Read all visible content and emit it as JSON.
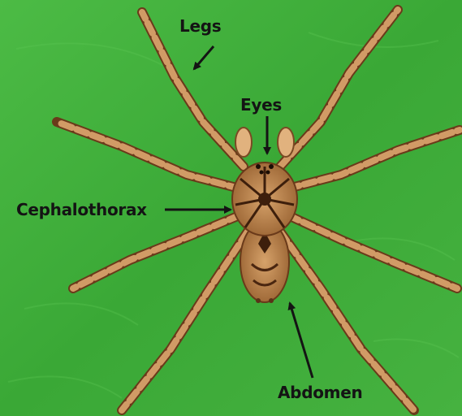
{
  "labels": {
    "legs": "Legs",
    "eyes": "Eyes",
    "cephalothorax": "Cephalothorax",
    "abdomen": "Abdomen"
  },
  "colors": {
    "background": "#3fae3a",
    "spider_body": "#c9925a",
    "spider_dark": "#5a3218",
    "arrow": "#141414"
  }
}
